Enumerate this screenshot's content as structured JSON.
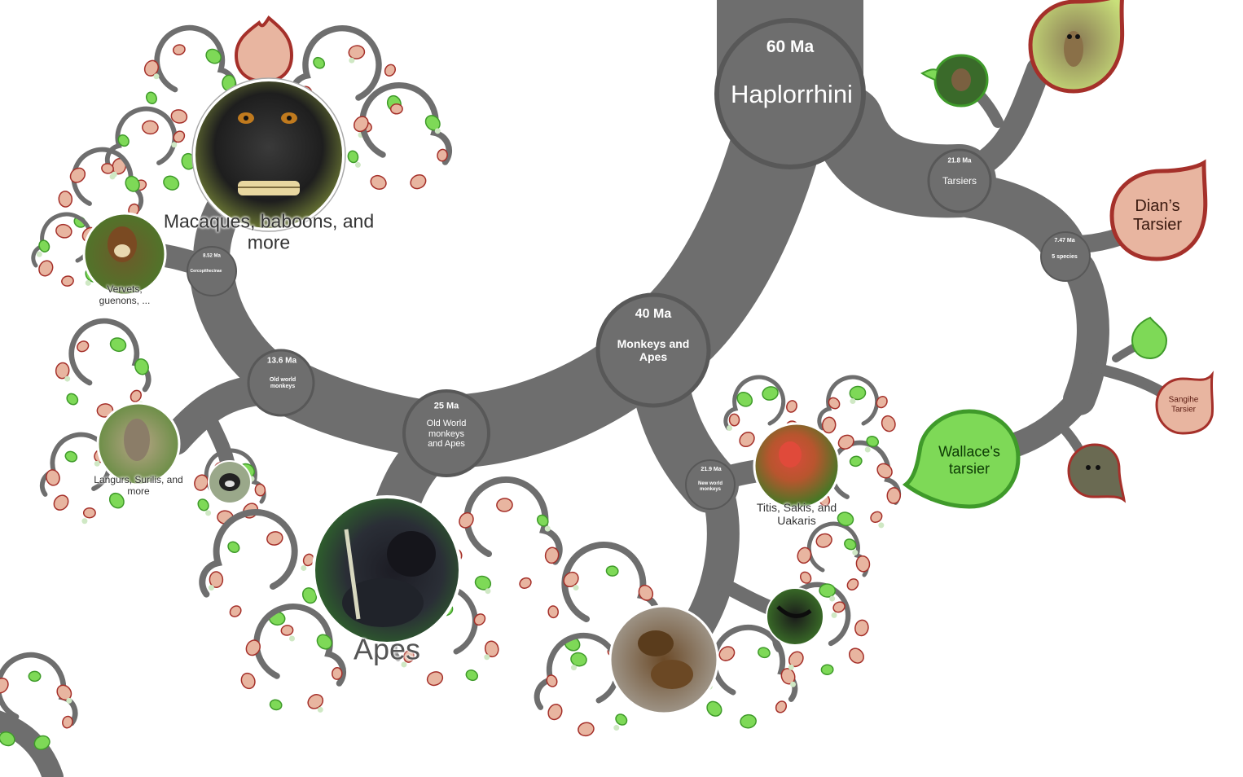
{
  "colors": {
    "branch": "#6e6e6e",
    "node_ring": "#5a5a5a",
    "leaf_red_fill": "#e8b5a0",
    "leaf_red_stroke": "#a5302a",
    "leaf_green_fill": "#7ed957",
    "leaf_green_stroke": "#3f9a2a",
    "bud_green": "#74c94a",
    "bud_pale": "#cfe8c4"
  },
  "nodes": [
    {
      "id": "haplorrhini",
      "date": "60 Ma",
      "name": "Haplorrhini"
    },
    {
      "id": "monkeys-apes",
      "date": "40 Ma",
      "name": "Monkeys and Apes"
    },
    {
      "id": "old-world-monkeys-apes",
      "date": "25 Ma",
      "name": "Old World monkeys and Apes"
    },
    {
      "id": "old-world-monkeys",
      "date": "13.6 Ma",
      "name": "Old world monkeys"
    },
    {
      "id": "cercopithecinae",
      "date": "8.52 Ma",
      "name": "Cercopithecinae"
    },
    {
      "id": "new-world-monkeys",
      "date": "21.9 Ma",
      "name": "New world monkeys"
    },
    {
      "id": "tarsiers",
      "date": "21.8 Ma",
      "name": "Tarsiers"
    },
    {
      "id": "tarsier-5species",
      "date": "7.47 Ma",
      "name": "5 species"
    }
  ],
  "photos": [
    {
      "id": "macaques",
      "caption": "Macaques, baboons, and more",
      "icon": "macaque-photo"
    },
    {
      "id": "vervets",
      "caption": "Vervets, guenons, ...",
      "icon": "guenon-photo"
    },
    {
      "id": "langurs",
      "caption": "Langurs, Surilis, and more",
      "icon": "langur-photo"
    },
    {
      "id": "colobus",
      "caption": "",
      "icon": "colobus-photo"
    },
    {
      "id": "apes",
      "caption": "Apes",
      "icon": "gorilla-photo"
    },
    {
      "id": "capuchins",
      "caption": "",
      "icon": "capuchin-photo"
    },
    {
      "id": "spider-monkeys",
      "caption": "",
      "icon": "spider-monkey-photo"
    },
    {
      "id": "titis",
      "caption": "Titis, Sakis, and Uakaris",
      "icon": "uakari-photo"
    }
  ],
  "leaves": [
    {
      "id": "dians",
      "label": "Dian’s Tarsier"
    },
    {
      "id": "sangihe",
      "label": "Sangihe Tarsier"
    },
    {
      "id": "wallaces",
      "label": "Wallace's tarsier"
    }
  ]
}
